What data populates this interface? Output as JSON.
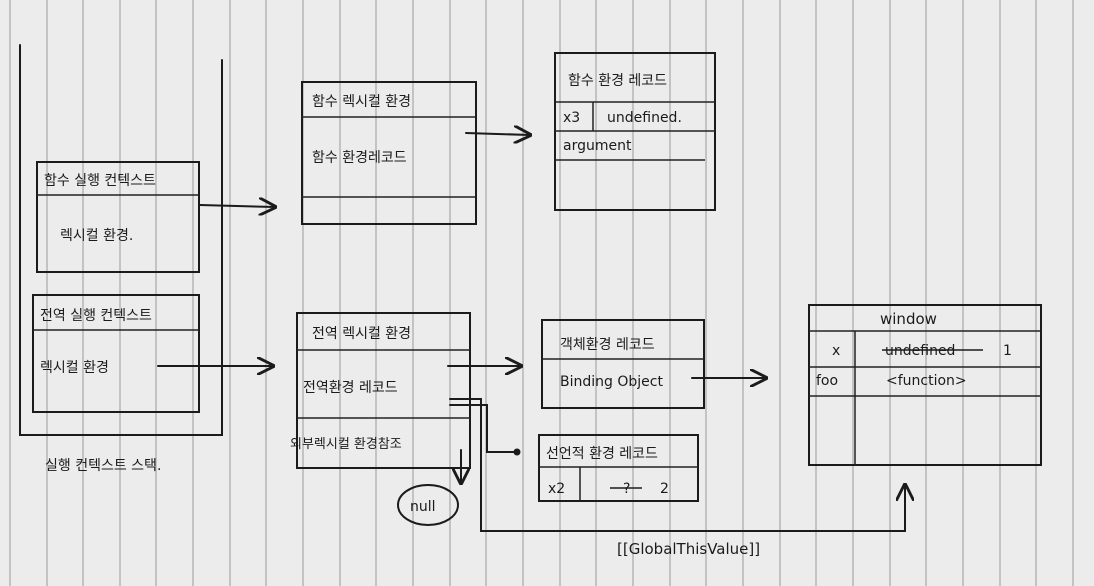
{
  "diagram": {
    "stack": {
      "caption": "실행 컨텍스트 스택.",
      "function_context": {
        "title": "함수 실행 컨텍스트",
        "item": "렉시컬 환경."
      },
      "global_context": {
        "title": "전역 실행 컨텍스트",
        "item": "렉시컬 환경"
      }
    },
    "function_lexical_env": {
      "title": "함수 렉시컬 환경",
      "record": "함수 환경레코드"
    },
    "function_env_record": {
      "title": "함수 환경 레코드",
      "rows": [
        {
          "name": "x3",
          "value": "undefined."
        },
        {
          "name": "argument",
          "value": ""
        }
      ]
    },
    "global_lexical_env": {
      "title": "전역 렉시컬 환경",
      "record": "전역환경 레코드",
      "outer": "외부렉시컬 환경참조"
    },
    "null_label": "null",
    "object_env_record": {
      "title": "객체환경 레코드",
      "binding": "Binding Object"
    },
    "declarative_env_record": {
      "title": "선언적 환경 레코드",
      "name": "x2",
      "old_value": "?",
      "new_value": "2"
    },
    "window": {
      "title": "window",
      "rows": [
        {
          "name": "x",
          "old_value": "undefined",
          "new_value": "1"
        },
        {
          "name": "foo",
          "value": "<function>"
        }
      ]
    },
    "global_this_label": "[[GlobalThisValue]]"
  }
}
